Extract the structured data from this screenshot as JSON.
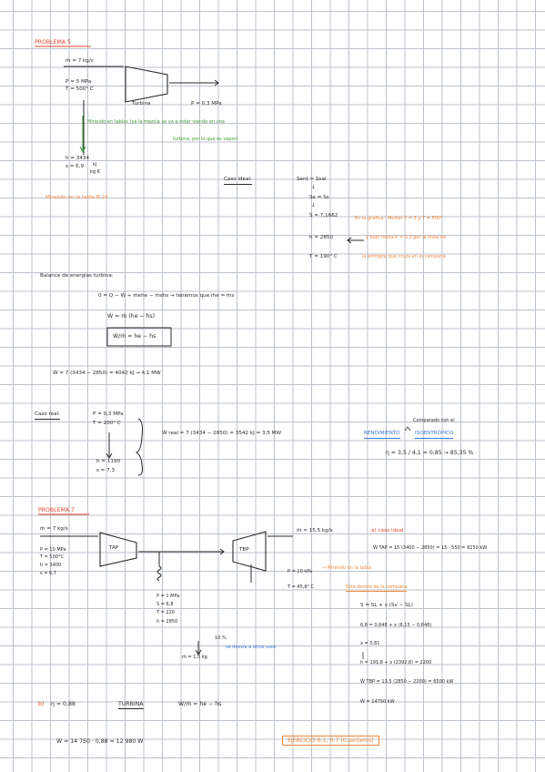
{
  "p1": {
    "heading": "PROBLEMA 5",
    "mass_flow": "ṁ = 7 kg/s",
    "inlet_p": "P = 5 MPa",
    "inlet_t": "T = 500° C",
    "turbine_label": "Turbina",
    "outlet_p": "P = 0,3 MPa",
    "tables_line1": "Mirando en tablas (ya la mezcla se va a estar viendo en una",
    "tables_line2": "turbina, por lo que es vapor)",
    "h_value": "h = 3434",
    "s_value": "s = 6,9",
    "s_units_top": "kJ",
    "s_units_bottom": "kg K",
    "table_ref": "Mirando en la tabla B.24",
    "ideal_label": "Caso ideal:",
    "ideal_s_eq": "Sent = Ssal",
    "ideal_arrow1": "↓",
    "ideal_s_ee": "Se = Ss",
    "ideal_arrow2": "↓",
    "ideal_s_val": "S = 7,1662",
    "ideal_h": "h = 2850",
    "ideal_t": "T = 190° C",
    "note1": "En la gráfica : Mollier P = 5 y T = 500°",
    "note2": "y bajo hasta P = 0,3 por la línea de",
    "note3": "la entropía que cruza en la campana",
    "balance_title": "Balance de energías turbina:",
    "balance_eq": "0 = Q − Ẇ + ṁehe − ṁshs  →  tenemos que  ṁe = ṁs",
    "w_eq": "Ẇ = ṁ (he − hs)",
    "w_over_m": "Ẇ/ṁ = he − hs",
    "w_result": "Ẇ = 7 (3434 − 2850) = 4042 kJ → 4,1 MW",
    "real_label": "Caso real:",
    "real_p": "P = 0,3 MPa",
    "real_t": "T = 200° C",
    "real_h": "h = 1190",
    "real_s": "s = 7,3",
    "w_real": "Ẇ real = 7 (3434 − 2850) = 3542 kJ = 3,5 MW",
    "comparado": "Comparado con el",
    "rendimiento": "RENDIMIENTO",
    "isoentropico": "ISOENTRÓPICO",
    "eta_eq": "η = 3,5 / 4,1 = 0,85 → 85,35 %"
  },
  "p2": {
    "heading": "PROBLEMA 7",
    "mass_flow": "ṁ = 7 kg/s",
    "p": "P = 10 MPa",
    "t": "T = 500°C",
    "h": "h = 3400",
    "s": "s = 6,7",
    "tap": "TAP",
    "tbp": "TBP",
    "m_out": "ṁ = 15,5 kg/s",
    "a_label": "a) caso ideal",
    "w_tap": "Ẇ TAP = 15 (3400 − 2850) = 15 · 550 = 8250 kW",
    "bp_p": "P = 10 kPa",
    "bp_t": "T = 45,8° C",
    "mirando_tabla": "→ Mirando en la tabla",
    "campana": "Está dentro de la campana",
    "mid_p": "P = 1 MPa",
    "mid_s": "S = 6,8",
    "mid_t": "T = 220",
    "mid_h": "h = 2850",
    "percent": "10 %",
    "desvia": "se desvía a otros usos",
    "m_small": "ṁ = 1,5 kg",
    "s_eq": "S = SL + x (Sv − SL)",
    "s_eq_num": "6,8 = 0,648 + x (8,15 − 0,648)",
    "x_val": "x = 0,81",
    "x_arrow": "↓",
    "h_eq": "h = 191,8 + x (2392,8) = 2200",
    "w_tbp": "Ẇ TBP = 13,5 (2850 − 2200) = 6500 kW",
    "w_total": "Ẇ = 14750 kW",
    "b_label": "b)",
    "eta_b": "η = 0,88",
    "turbina_word": "TURBINA",
    "w_over_m": "Ẇ/ṁ = he − hs",
    "w_final": "Ẇ = 14 750 · 0,88 = 12 980 W",
    "ejercicio": "EJERCICIO 6.1, 6.7 (Cuenteros)"
  }
}
